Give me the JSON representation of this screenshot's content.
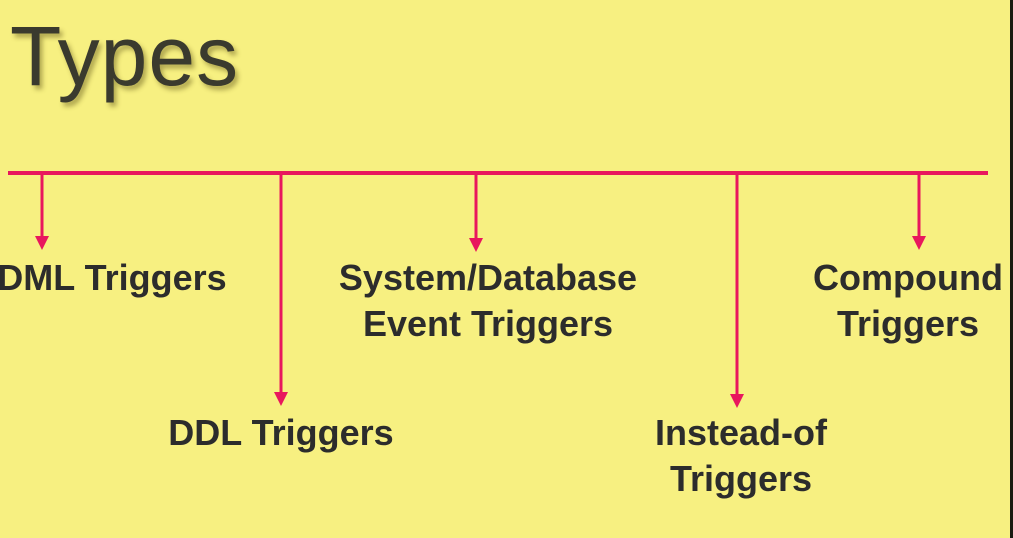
{
  "slide": {
    "title": "Types",
    "colors": {
      "background": "#f7f081",
      "connector": "#e8175d",
      "text": "#2c2c2c",
      "title": "#3a3a2e"
    }
  },
  "diagram": {
    "items": [
      {
        "lines": [
          "DML Triggers"
        ]
      },
      {
        "lines": [
          "DDL Triggers"
        ]
      },
      {
        "lines": [
          "System/Database",
          "Event Triggers"
        ]
      },
      {
        "lines": [
          "Instead-of",
          "Triggers"
        ]
      },
      {
        "lines": [
          "Compound",
          "Triggers"
        ]
      }
    ]
  }
}
